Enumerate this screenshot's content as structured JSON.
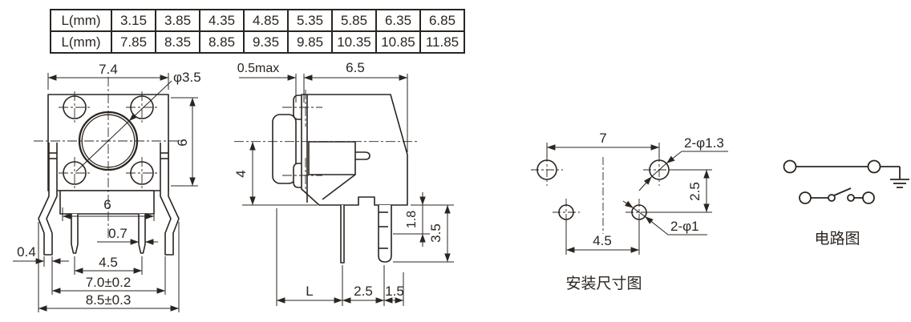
{
  "colors": {
    "ink": "#2b2520",
    "background": "#ffffff"
  },
  "table": {
    "rows": [
      {
        "label": "L(mm)",
        "values": [
          "3.15",
          "3.85",
          "4.35",
          "4.85",
          "5.35",
          "5.85",
          "6.35",
          "6.85"
        ]
      },
      {
        "label": "L(mm)",
        "values": [
          "7.85",
          "8.35",
          "8.85",
          "9.35",
          "9.85",
          "10.35",
          "10.85",
          "11.85"
        ]
      }
    ]
  },
  "front_view": {
    "dim_width": "7.4",
    "dim_knob": "φ3.5",
    "dim_height": "6",
    "dim_pin_row": "6",
    "dim_pin_w": "0.7",
    "dim_leg_w": "0.4",
    "dim_tip_span": "4.5",
    "dim_hole_span": "7.0±0.2",
    "dim_overall": "8.5±0.3"
  },
  "side_view": {
    "dim_top_gap": "0.5max",
    "dim_depth": "6.5",
    "dim_height": "4",
    "dim_slot": "1.8",
    "dim_leg": "3.5",
    "dim_L": "L",
    "dim_pitch": "2.5",
    "dim_edge": "1.5"
  },
  "mounting": {
    "dim_span": "7",
    "dim_big_holes": "2-φ1.3",
    "dim_row_gap": "2.5",
    "dim_small_span": "4.5",
    "dim_small_holes": "2-φ1",
    "caption": "安装尺寸图"
  },
  "circuit": {
    "caption": "电路图"
  }
}
